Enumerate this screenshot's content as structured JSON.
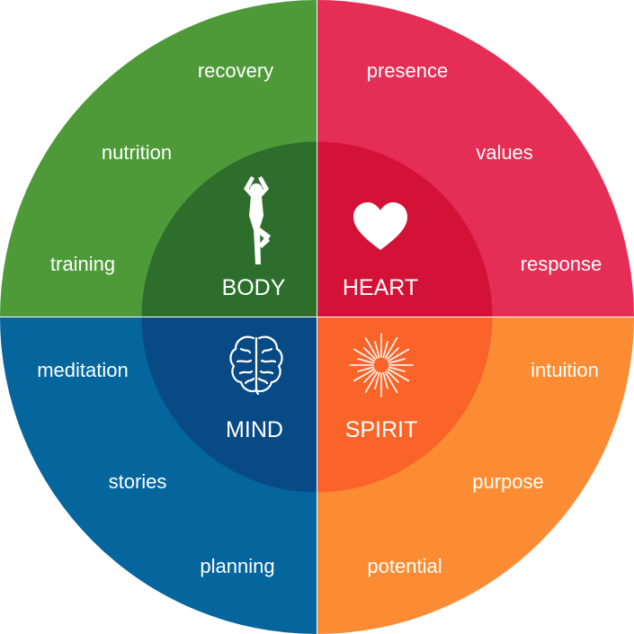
{
  "colors": {
    "body_outer": "#4e9a39",
    "body_inner": "#2d6e2d",
    "heart_outer": "#e62d55",
    "heart_inner": "#d41238",
    "mind_outer": "#05659d",
    "mind_inner": "#084a86",
    "spirit_outer": "#fb8c34",
    "spirit_inner": "#fa6429",
    "text": "#ffffff"
  },
  "quadrants": {
    "body": {
      "title": "BODY",
      "icon": "yoga-tree-pose-icon",
      "words": [
        "recovery",
        "nutrition",
        "training"
      ]
    },
    "heart": {
      "title": "HEART",
      "icon": "heart-icon",
      "words": [
        "presence",
        "values",
        "response"
      ]
    },
    "mind": {
      "title": "MIND",
      "icon": "brain-icon",
      "words": [
        "meditation",
        "stories",
        "planning"
      ]
    },
    "spirit": {
      "title": "SPIRIT",
      "icon": "sunburst-icon",
      "words": [
        "intuition",
        "purpose",
        "potential"
      ]
    }
  }
}
